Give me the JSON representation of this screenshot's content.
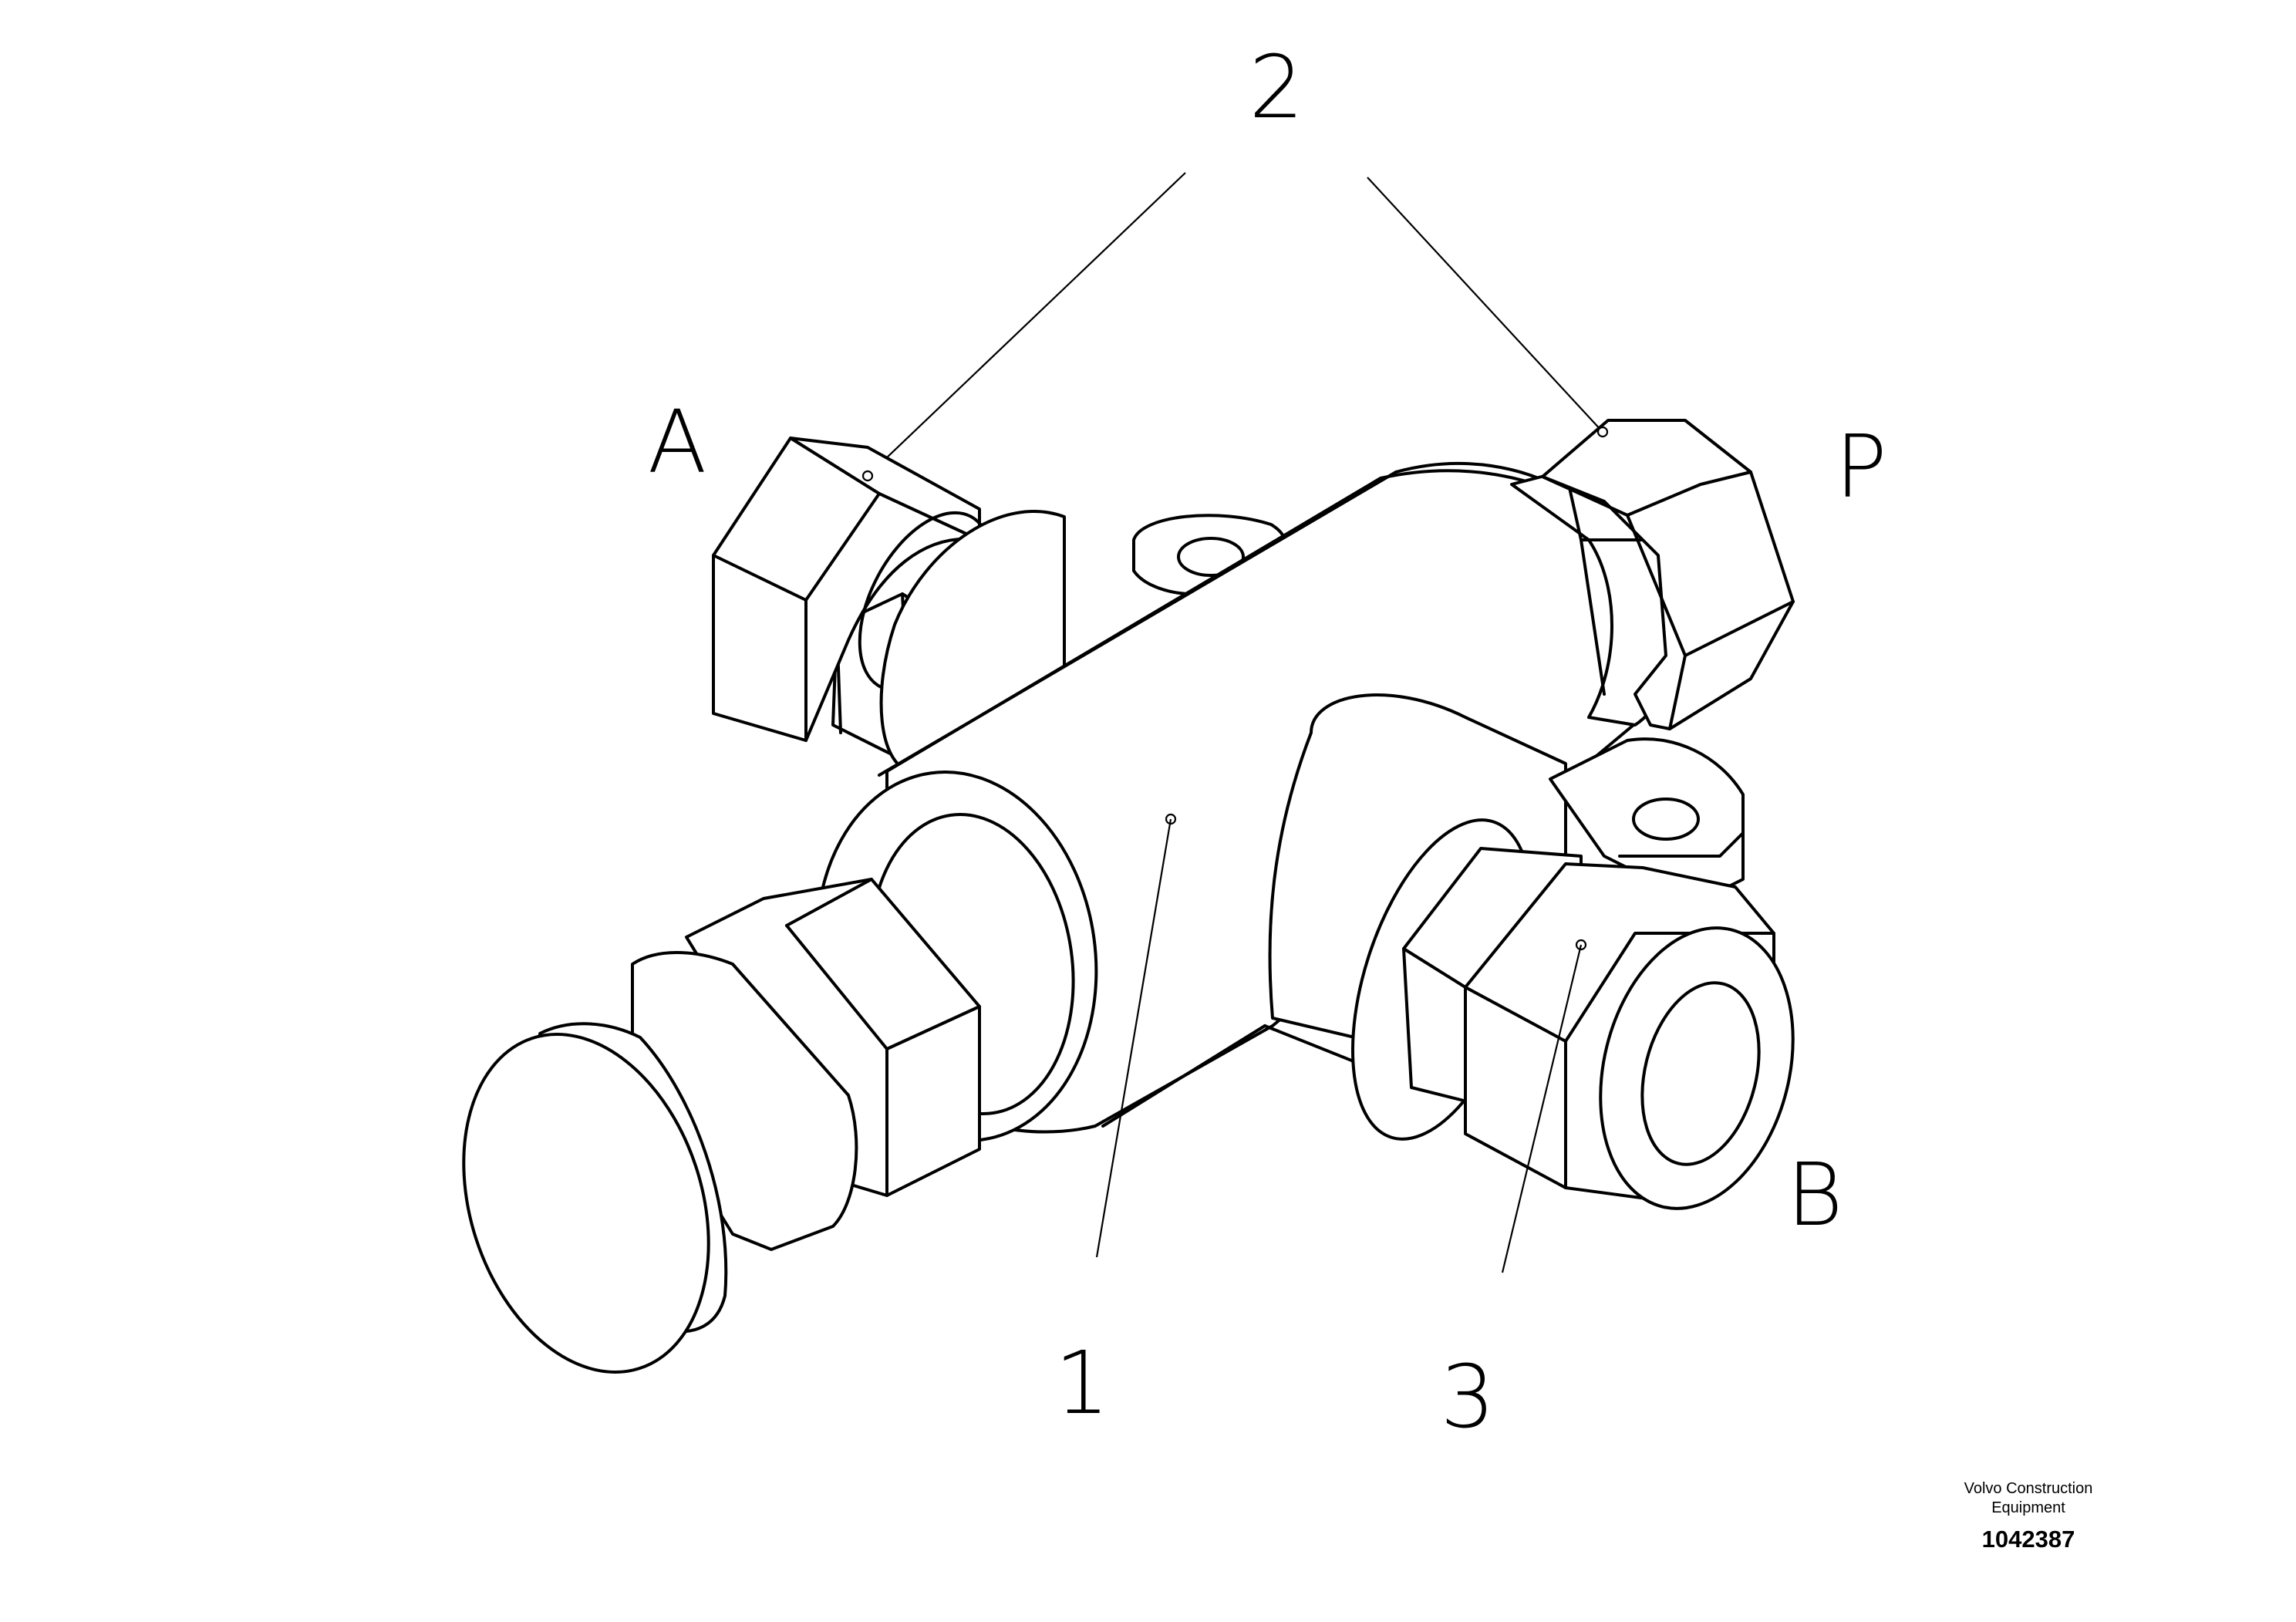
{
  "callouts": {
    "item_1": "1",
    "item_2": "2",
    "item_3": "3"
  },
  "ports": {
    "a": "A",
    "p": "P",
    "b": "B"
  },
  "footer": {
    "company_line1": "Volvo Construction",
    "company_line2": "Equipment",
    "drawing_number": "1042387"
  }
}
